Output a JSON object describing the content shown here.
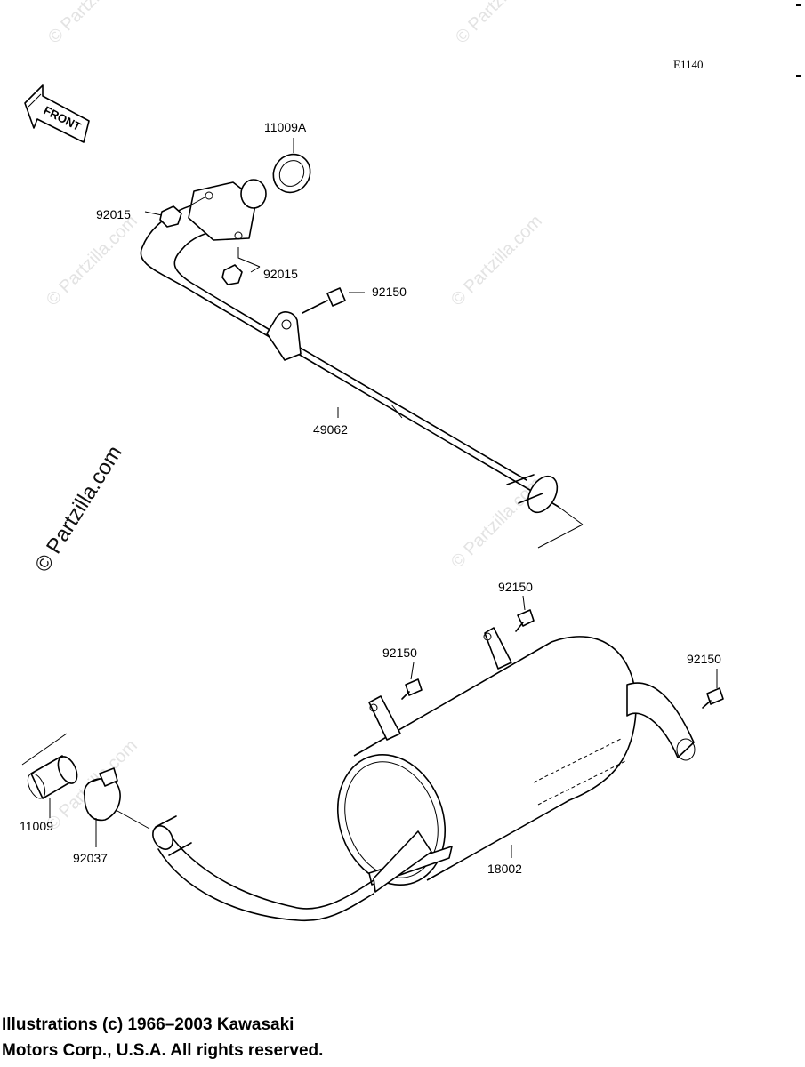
{
  "diagram_code": "E1140",
  "front_label": "FRONT",
  "watermark": "© Partzilla.com",
  "parts": {
    "gasket": "11009A",
    "nut_upper": "92015",
    "nut_lower": "92015",
    "bolt_pipe": "92150",
    "exhaust_pipe": "49062",
    "bolt_muffler_top": "92150",
    "bolt_muffler_mid": "92150",
    "bolt_muffler_right": "92150",
    "gasket_sleeve": "11009",
    "clamp": "92037",
    "muffler": "18002"
  },
  "credit": {
    "line1": "Illustrations (c) 1966–2003 Kawasaki",
    "line2": "Motors Corp., U.S.A.  All rights reserved."
  }
}
